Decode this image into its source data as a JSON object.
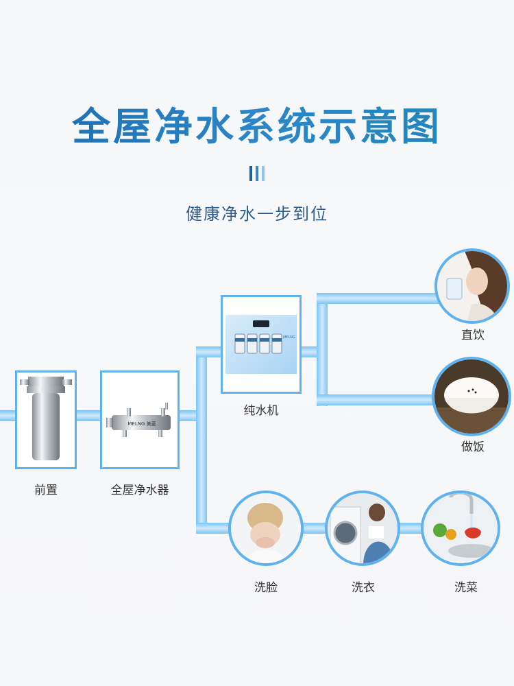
{
  "title": "全屋净水系统示意图",
  "subtitle": "健康净水一步到位",
  "accent_colors": {
    "pipe": "#5fb2f0",
    "title": "#1a6cae",
    "bar_dark": "#1e5f96",
    "bar_light": "#5fb2f0"
  },
  "devices": {
    "prefilter": {
      "label": "前置"
    },
    "whole_house": {
      "label": "全屋净水器",
      "brand": "MELNG美菱"
    },
    "ro_machine": {
      "label": "纯水机",
      "brand": "MELNG"
    }
  },
  "uses": {
    "drink": {
      "label": "直饮"
    },
    "cook": {
      "label": "做饭"
    },
    "face": {
      "label": "洗脸"
    },
    "laundry": {
      "label": "洗衣"
    },
    "vegetables": {
      "label": "洗菜"
    }
  }
}
